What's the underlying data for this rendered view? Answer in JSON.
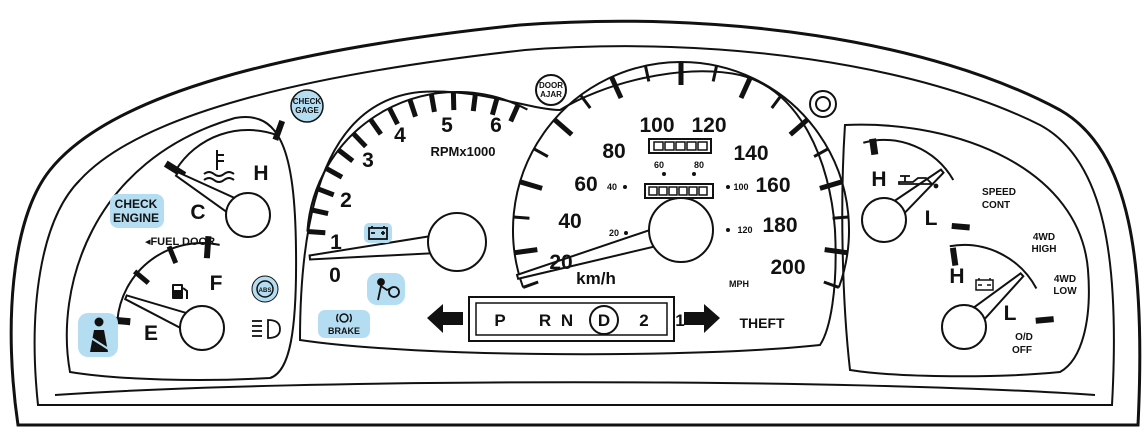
{
  "tachometer": {
    "numbers": [
      "0",
      "1",
      "2",
      "3",
      "4",
      "5",
      "6"
    ],
    "unit": "RPMx1000"
  },
  "speedometer": {
    "kmh_numbers": [
      "20",
      "40",
      "60",
      "80",
      "100",
      "120",
      "140",
      "160",
      "180",
      "200"
    ],
    "kmh_unit": "km/h",
    "mph_minor": [
      "20",
      "40",
      "100",
      "120"
    ],
    "mph_top": [
      "60",
      "80"
    ],
    "mph_unit": "MPH"
  },
  "coolant_gauge": {
    "high": "H",
    "low": "C"
  },
  "fuel_gauge": {
    "full": "F",
    "empty": "E",
    "door_note": "◂FUEL DOOR"
  },
  "oil_gauge": {
    "high": "H",
    "low": "L"
  },
  "battery_gauge": {
    "high": "H",
    "low": "L"
  },
  "indicators": {
    "check_engine_line1": "CHECK",
    "check_engine_line2": "ENGINE",
    "check_gage_line1": "CHECK",
    "check_gage_line2": "GAGE",
    "door_ajar_line1": "DOOR",
    "door_ajar_line2": "AJAR",
    "brake": "BRAKE",
    "abs": "ABS",
    "speed_cont_line1": "SPEED",
    "speed_cont_line2": "CONT",
    "fwd_high_line1": "4WD",
    "fwd_high_line2": "HIGH",
    "fwd_low_line1": "4WD",
    "fwd_low_line2": "LOW",
    "od_off_line1": "O/D",
    "od_off_line2": "OFF",
    "theft": "THEFT"
  },
  "gear_selector": {
    "positions": [
      "P",
      "R",
      "N",
      "D",
      "2",
      "1"
    ]
  },
  "colors": {
    "indicator_highlight": "#b4ddf2",
    "ink": "#111111"
  }
}
